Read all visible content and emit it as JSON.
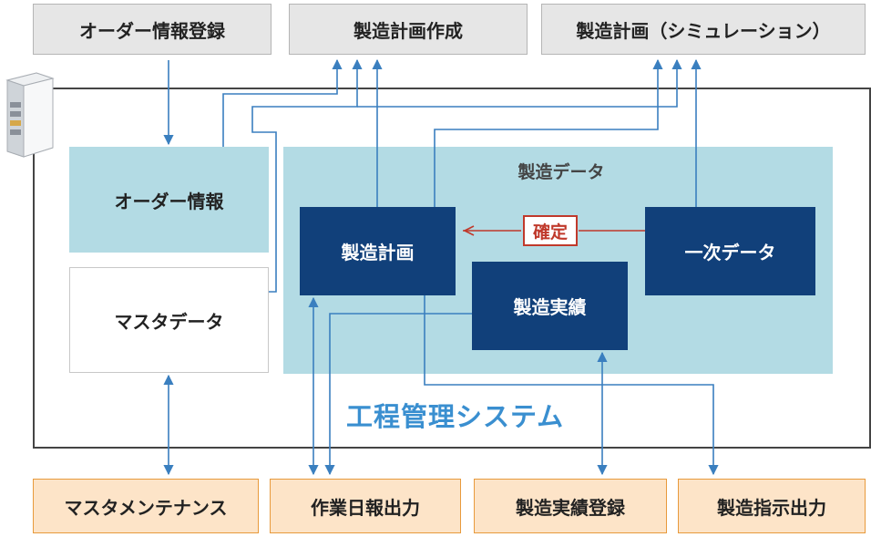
{
  "top": {
    "order_entry": "オーダー情報登録",
    "plan_creation": "製造計画作成",
    "plan_simulation": "製造計画（シミュレーション）"
  },
  "system": {
    "title": "工程管理システム",
    "order_info": "オーダー情報",
    "master_data": "マスタデータ",
    "manufacturing_data": {
      "title": "製造データ",
      "plan": "製造計画",
      "primary_data": "一次データ",
      "results": "製造実績",
      "confirm": "確定"
    }
  },
  "bottom": {
    "master_maintenance": "マスタメンテナンス",
    "work_report_output": "作業日報出力",
    "results_entry": "製造実績登録",
    "instruction_output": "製造指示出力"
  },
  "icons": {
    "server": "server-icon"
  },
  "colors": {
    "arrow": "#3a7fbf",
    "confirm": "#c0392b",
    "navy": "#11407a",
    "light_blue": "#b3dbe4",
    "orange_border": "#e89a3c",
    "title_blue": "#3a8fd0"
  }
}
